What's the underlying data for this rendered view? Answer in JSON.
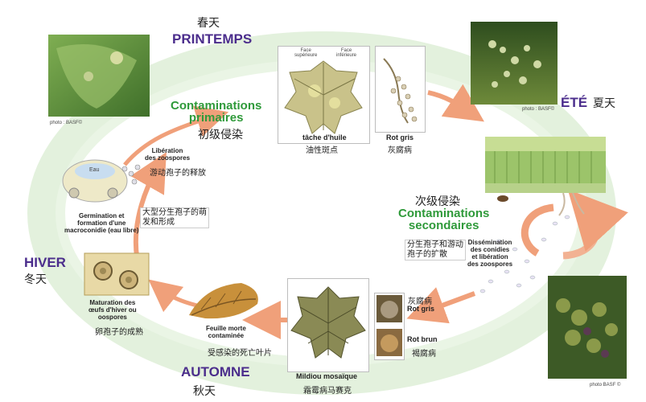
{
  "seasons": {
    "spring": {
      "fr": "PRINTEMPS",
      "cn": "春天"
    },
    "summer": {
      "fr": "ÉTÉ",
      "cn": "夏天"
    },
    "autumn": {
      "fr": "AUTOMNE",
      "cn": "秋天"
    },
    "winter": {
      "fr": "HIVER",
      "cn": "冬天"
    }
  },
  "primary": {
    "fr_line1": "Contaminations",
    "fr_line2": "primaires",
    "cn": "初级侵染"
  },
  "secondary": {
    "fr_line1": "Contaminations",
    "fr_line2": "secondaires",
    "cn": "次级侵染"
  },
  "stages": {
    "liberation": {
      "fr_line1": "Libération",
      "fr_line2": "des zoospores",
      "cn": "游动孢子的释放"
    },
    "germination": {
      "fr_line1": "Germination et",
      "fr_line2": "formation d'une",
      "fr_line3": "macroconidie (eau libre)",
      "cn_line1": "大型分生孢子的萌",
      "cn_line2": "发和形成"
    },
    "maturation": {
      "fr_line1": "Maturation des",
      "fr_line2": "œufs d'hiver ou",
      "fr_line3": "oospores",
      "cn": "卵孢子的成熟"
    },
    "feuille": {
      "fr_line1": "Feuille morte",
      "fr_line2": "contaminée",
      "cn": "受感染的死亡叶片"
    },
    "mildiou": {
      "fr": "Mildiou mosaïque",
      "cn": "霜霉病马赛克"
    },
    "rotbrun": {
      "fr": "Rot brun",
      "cn": "褐腐病"
    },
    "rotgris_low": {
      "fr": "Rot gris",
      "cn": "灰腐病"
    },
    "tache": {
      "fr": "tâche d'huile",
      "cn": "油性斑点"
    },
    "rotgris_top": {
      "fr": "Rot gris",
      "cn": "灰腐病"
    },
    "dissemination": {
      "fr_line1": "Dissémination",
      "fr_line2": "des conidies",
      "fr_line3": "et libération",
      "fr_line4": "des zoospores",
      "cn_line1": "分生孢子和游动",
      "cn_line2": "孢子的扩散"
    }
  },
  "leaf_faces": {
    "upper_line1": "Face",
    "upper_line2": "supérieure",
    "lower_line1": "Face",
    "lower_line2": "inférieure"
  },
  "credits": {
    "left": "photo : BASF©",
    "right": "photo : BASF©",
    "bottom": "photo BASF ©"
  },
  "eau": "Eau",
  "colors": {
    "season": "#4b2d8c",
    "green_title": "#2f9a3a",
    "ring": "#dff0d8",
    "arrow": "#f0a07a"
  }
}
